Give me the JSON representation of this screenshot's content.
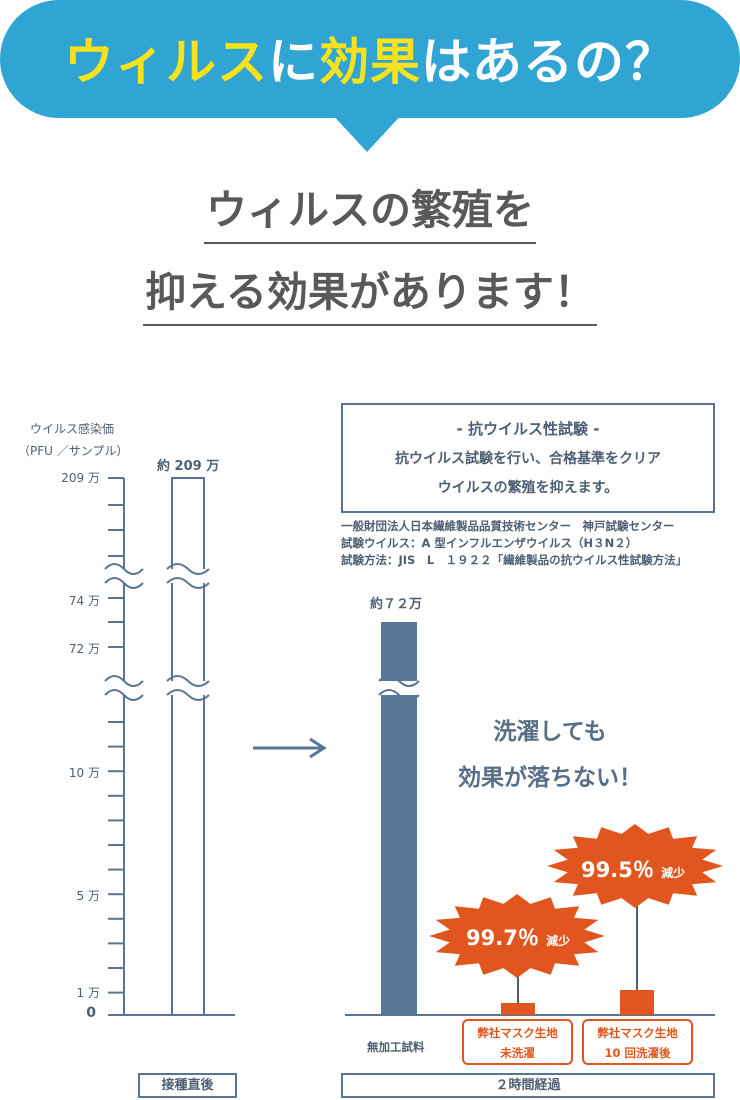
{
  "banner": {
    "part1": "ウィルス",
    "part2": "に",
    "part3": "効果",
    "part4": "はあるの？",
    "color": "#30a4d3",
    "highlight": "#f7e21c"
  },
  "headline": {
    "line1": "ウィルスの繁殖を",
    "line2": "抑える効果があります！"
  },
  "axis": {
    "title1": "ウイルス感染価",
    "title2": "（PFU ／サンプル）",
    "ticks": {
      "t209": "209 万",
      "t74": "74 万",
      "t72": "72 万",
      "t10": "10 万",
      "t5": "5 万",
      "t1": "1 万",
      "t0": "0"
    }
  },
  "before": {
    "value_label": "約 209 万",
    "xlabel": "接種直後"
  },
  "test": {
    "title": "- 抗ウイルス性試験 -",
    "line1": "抗ウイルス試験を行い、合格基準をクリア",
    "line2": "ウイルスの繁殖を抑えます。",
    "source1": "一般財団法人日本繊維製品品質技術センター　神戸試験センター",
    "source2": "試験ウイルス：A 型インフルエンザウイルス（H３N２）",
    "source3": "試験方法：JIS　L　１９２２「繊維製品の抗ウイルス性試験方法」"
  },
  "after": {
    "value_label": "約７２万",
    "xlabel": "２時間経過",
    "cat1": "無加工試料",
    "cat2a": "弊社マスク生地",
    "cat2b": "未洗濯",
    "cat3a": "弊社マスク生地",
    "cat3b": "10 回洗濯後",
    "burst1_num": "99.7％",
    "burst1_unit": "減少",
    "burst2_num": "99.5％",
    "burst2_unit": "減少"
  },
  "message": {
    "line1": "洗濯しても",
    "line2": "効果が落ちない！"
  },
  "colors": {
    "bar": "#587899",
    "reduction": "#e0561e",
    "axis": "#5a7495"
  },
  "chart_data": {
    "type": "bar",
    "ylabel": "ウイルス感染価（PFU ／サンプル）",
    "yaxis_ticks": [
      "0",
      "1 万",
      "5 万",
      "10 万",
      "72 万",
      "74 万",
      "209 万"
    ],
    "axis_break": true,
    "groups": [
      {
        "name": "接種直後",
        "categories": [
          ""
        ],
        "values": [
          2090000
        ]
      },
      {
        "name": "２時間経過",
        "categories": [
          "無加工試料",
          "弊社マスク生地 未洗濯",
          "弊社マスク生地 10 回洗濯後"
        ],
        "values": [
          720000,
          2160,
          3600
        ],
        "reduction_percent": [
          null,
          99.7,
          99.5
        ]
      }
    ]
  }
}
